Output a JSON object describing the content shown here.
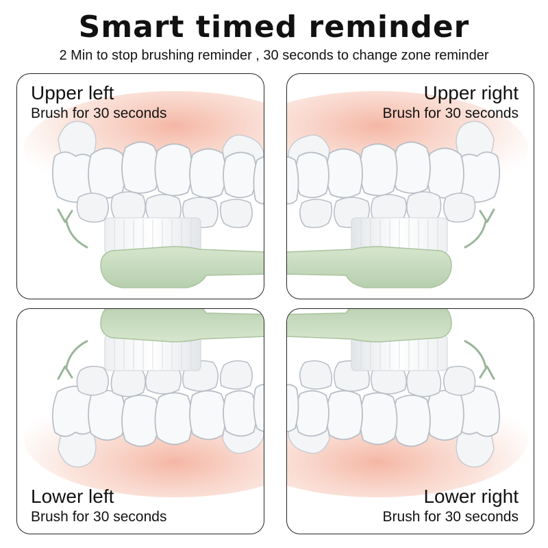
{
  "header": {
    "title": "Smart timed reminder",
    "subtitle": "2 Min to stop brushing reminder , 30 seconds to change zone reminder"
  },
  "panels": [
    {
      "zone": "Upper left",
      "duration": "Brush for 30 seconds"
    },
    {
      "zone": "Upper right",
      "duration": "Brush for 30 seconds"
    },
    {
      "zone": "Lower left",
      "duration": "Brush for 30 seconds"
    },
    {
      "zone": "Lower right",
      "duration": "Brush for 30 seconds"
    }
  ],
  "colors": {
    "brush_green": "#c9dcc0",
    "gum_pink": "#f6c3b0",
    "tooth_white": "#f7f8f9",
    "tooth_outline": "#b9bec6",
    "arrow_green": "#9ab59a"
  }
}
